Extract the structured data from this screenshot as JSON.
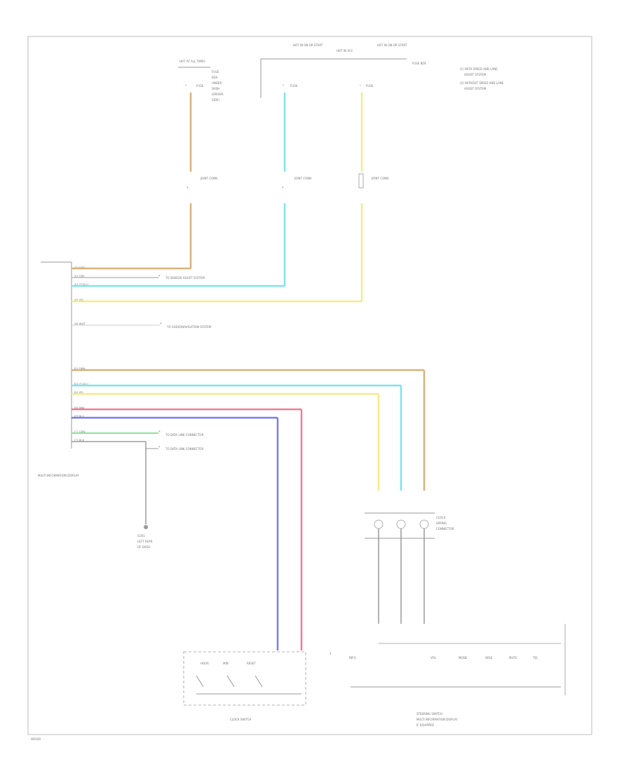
{
  "colors": {
    "frame": "#c8c8c8",
    "line": "#9a9a9a",
    "text": "#7a7a7a",
    "brown": "#d9b27c",
    "cyan": "#7fe3ef",
    "yellow": "#f3ec8a",
    "pink": "#f27a98",
    "blue": "#7b7bf0",
    "green": "#8fe39a"
  },
  "top_labels": {
    "fuse_left": "HOT AT ALL TIMES",
    "relay_center": "HOT IN ON OR START",
    "relay_center2": "HOT IN ACC",
    "relay_right": "HOT IN ON OR START",
    "fuse_box_left": "FUSE BOX",
    "fuse_box_right": "FUSE BOX",
    "notes": "(1) WITH SPEED AND LANE\n    ASSIST SYSTEM\n(2) WITHOUT SPEED AND LANE\n    ASSIST SYSTEM"
  },
  "connectors": {
    "left": "JOINT CONN",
    "mid": "JOINT CONN",
    "right": "JOINT CONN"
  },
  "module": {
    "label": "MULTI INFORMATION DISPLAY"
  },
  "signals": {
    "a": "TO SENSOR ASSIST SYSTEM",
    "b": "TO AUDIO/NAVIGATION SYSTEM",
    "c": "TO DATA LINK CONNECTOR",
    "d": "TO DATA LINK CONNECTOR"
  },
  "ground": {
    "label": "G301\nLEFT REAR\nOF DASH"
  },
  "right_connector": {
    "label": "CLOCK\nSPRING\nCONNECTOR"
  },
  "clock_switch": {
    "label": "CLOCK SWITCH"
  },
  "steering_switch": {
    "label": "STEERING SWITCH\nMULTI INFORMATION DISPLAY\nIF EQUIPPED"
  },
  "footer": {
    "code": "W0180"
  }
}
